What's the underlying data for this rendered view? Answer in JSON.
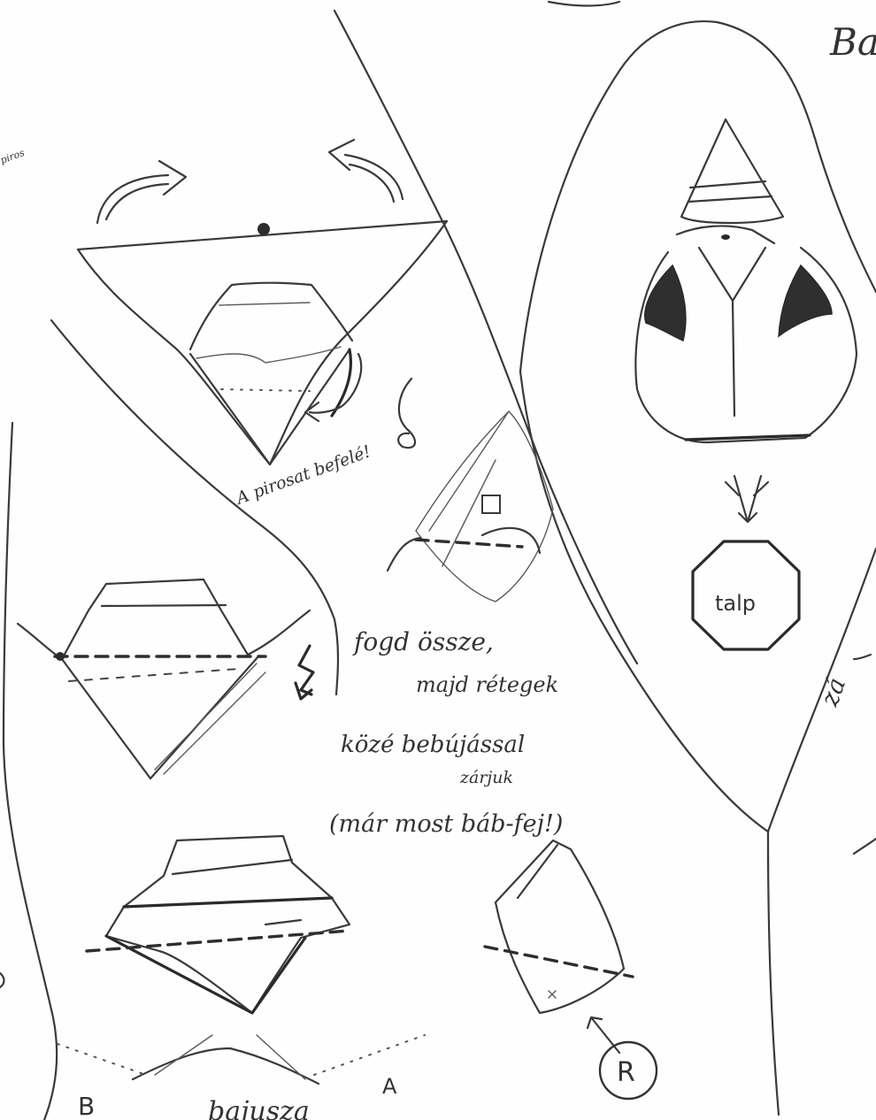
{
  "labels": {
    "note_red_inward": "A pirosat befelé!",
    "note_fold_together": "fogd össze,",
    "note_then_layers": "majd rétegek",
    "note_tuck_close": "közé bebújással",
    "note_close": "zárjuk",
    "note_doll_head": "(már most báb-fej!)",
    "base_label": "talp",
    "circle_r": "R",
    "partial_top_right": "Ba",
    "partial_right_mid": "zá",
    "partial_bottom": "bajusza",
    "partial_top_left": "piros",
    "step_b": "B",
    "step_a": "A"
  }
}
